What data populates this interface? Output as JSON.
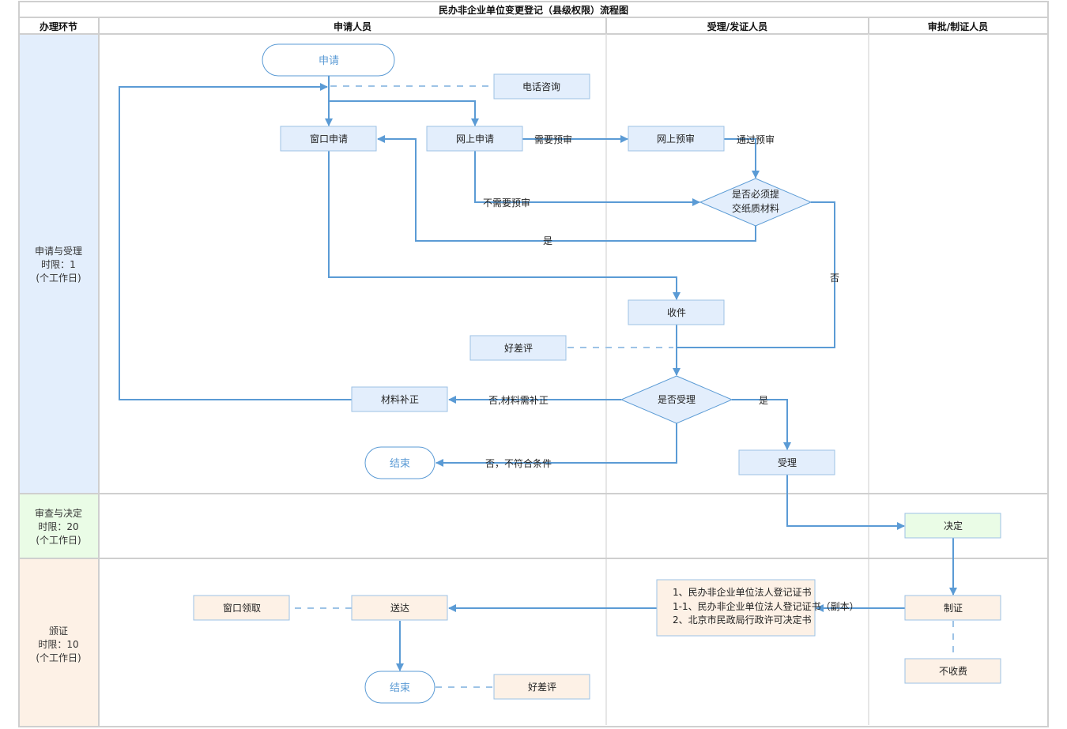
{
  "title": "民办非企业单位变更登记（县级权限）流程图",
  "headers": {
    "stage": "办理环节",
    "lane1": "申请人员",
    "lane2": "受理/发证人员",
    "lane3": "审批/制证人员"
  },
  "phases": [
    {
      "name": "申请与受理",
      "limit": "时限：1",
      "unit": "(个工作日)",
      "color": "#e3eefc"
    },
    {
      "name": "审查与决定",
      "limit": "时限：20",
      "unit": "(个工作日)",
      "color": "#eafce6"
    },
    {
      "name": "颁证",
      "limit": "时限：10",
      "unit": "(个工作日)",
      "color": "#fdf1e6"
    }
  ],
  "colors": {
    "edge": "#5b9bd5",
    "dashed_edge": "#9dc3e6",
    "node_border": "#9cc2e5",
    "phase1_fill": "#e3eefc",
    "phase2_fill": "#eafce6",
    "phase3_fill": "#fdf1e6"
  },
  "nodes": {
    "start": "申请",
    "phone": "电话咨询",
    "window_apply": "窗口申请",
    "online_apply": "网上申请",
    "online_precheck": "网上预审",
    "paper_decision_l1": "是否必须提",
    "paper_decision_l2": "交纸质材料",
    "receive": "收件",
    "feedback1": "好差评",
    "accept_decision": "是否受理",
    "supplement": "材料补正",
    "end1": "结束",
    "accept": "受理",
    "decide": "决定",
    "make_cert": "制证",
    "no_fee": "不收费",
    "docs_l1": "1、民办非企业单位法人登记证书",
    "docs_l2": "1-1、民办非企业单位法人登记证书（副本）",
    "docs_l3": "2、北京市民政局行政许可决定书",
    "deliver": "送达",
    "window_pickup": "窗口领取",
    "end2": "结束",
    "feedback2": "好差评"
  },
  "edge_labels": {
    "need_precheck": "需要预审",
    "pass_precheck": "通过预审",
    "no_precheck": "不需要预审",
    "paper_yes": "是",
    "paper_no": "否",
    "reject_supplement": "否,材料需补正",
    "accept_yes": "是",
    "reject_end": "否，不符合条件"
  }
}
